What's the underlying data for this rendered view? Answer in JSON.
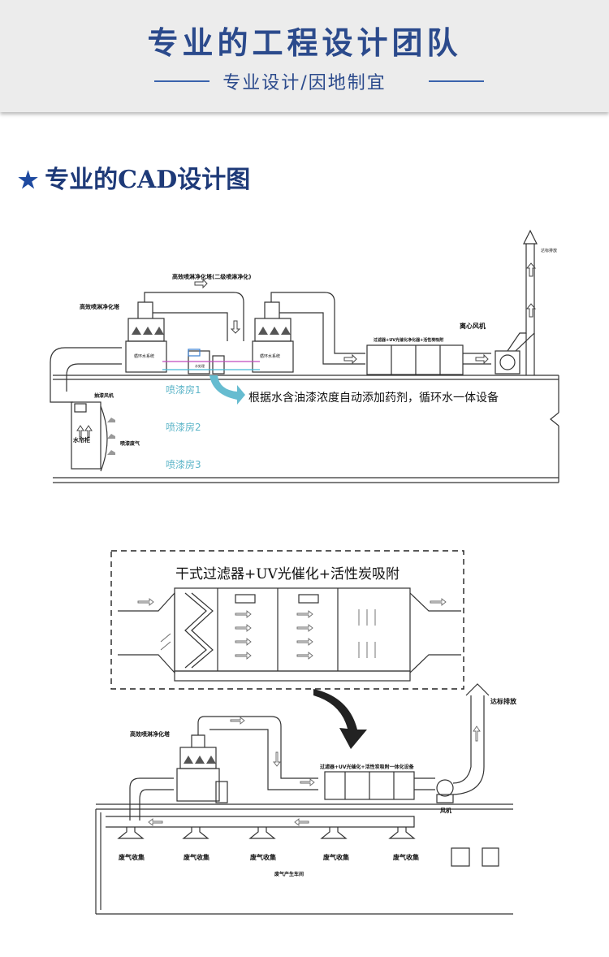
{
  "header": {
    "title": "专业的工程设计团队",
    "subtitle": "专业设计/因地制宜"
  },
  "section": {
    "title": "专业的CAD设计图"
  },
  "diagram1": {
    "tower_top_label": "高效喷淋净化塔(二级喷淋净化)",
    "tower_left_label": "高效喷淋净化塔",
    "loop_left": "循环水系统",
    "loop_right": "循环水系统",
    "dosing_label": "水处理",
    "filter_label": "过滤器+UV光催化净化器+活性炭吸附",
    "fan_label": "离心风机",
    "stack_label": "达标排放",
    "exhaust_fan_label": "抽漆风机",
    "curtain_label": "水帘柜",
    "spray_gas_label": "喷漆废气",
    "room1": "喷漆房1",
    "room2": "喷漆房2",
    "room3": "喷漆房3",
    "callout": "根据水含油漆浓度自动添加药剂，循环水一体设备"
  },
  "diagram2": {
    "box_title": "干式过滤器+UV光催化+活性炭吸附",
    "tower_label": "高效喷淋净化塔",
    "device_label": "过滤器+UV光催化+活性炭吸附一体化设备",
    "fan_label": "风机",
    "stack_label": "达标排放",
    "hood_labels": [
      "废气收集",
      "废气收集",
      "废气收集",
      "废气收集",
      "废气收集"
    ],
    "workshop_label": "废气产生车间"
  },
  "colors": {
    "header_text": "#2b4a8c",
    "room_label": "#5fb6c9",
    "callout_arrow": "#66bcd0",
    "star": "#1e4aa0"
  }
}
